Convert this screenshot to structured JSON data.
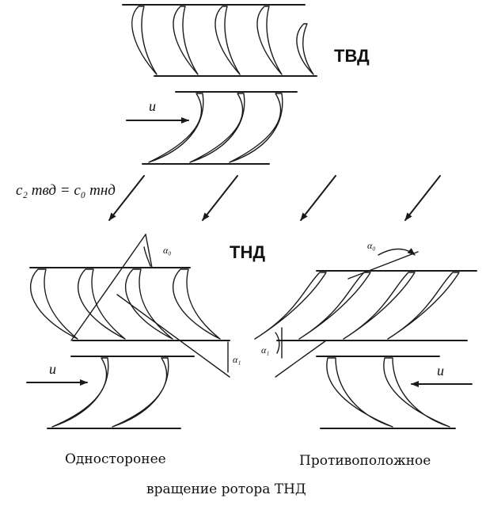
{
  "labels": {
    "hpt": "ТВД",
    "lpt": "ТНД",
    "relation": "c₂ твд = c₀ тнд",
    "u": "u",
    "alpha0": "α₀",
    "alpha1": "α₁",
    "same_rotation": "Односторонее",
    "counter_rotation": "Противоположное",
    "caption": "вращение ротора ТНД"
  }
}
